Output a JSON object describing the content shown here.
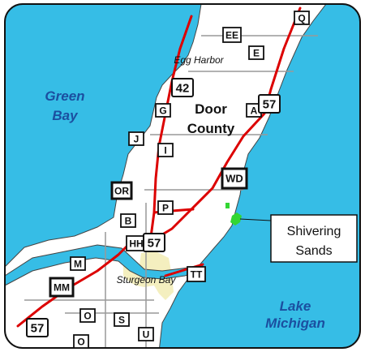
{
  "colors": {
    "water": "#36bde6",
    "land": "#ffffff",
    "city": "#f4efbf",
    "road": "#dc0000",
    "border": "#111111",
    "county_line": "#999999",
    "park": "#33d633",
    "water_label": "#1b4fa0"
  },
  "water_labels": {
    "green_bay": [
      "Green",
      "Bay"
    ],
    "lake_michigan": [
      "Lake",
      "Michigan"
    ]
  },
  "county_label": [
    "Door",
    "County"
  ],
  "places": {
    "egg_harbor": "Egg Harbor",
    "sturgeon_bay": "Sturgeon Bay"
  },
  "callout": {
    "lines": [
      "Shivering",
      "Sands"
    ]
  },
  "road_signs": {
    "q": "Q",
    "ee": "EE",
    "e": "E",
    "hwy42": "42",
    "g": "G",
    "a": "A",
    "hwy57_north": "57",
    "j": "J",
    "i": "I",
    "wd": "WD",
    "or": "OR",
    "p": "P",
    "b": "B",
    "hh": "HH",
    "hwy57_mid": "57",
    "m": "M",
    "tt": "TT",
    "mm": "MM",
    "o_upper": "O",
    "s": "S",
    "hwy57_south": "57",
    "o_lower": "O",
    "u": "U"
  }
}
